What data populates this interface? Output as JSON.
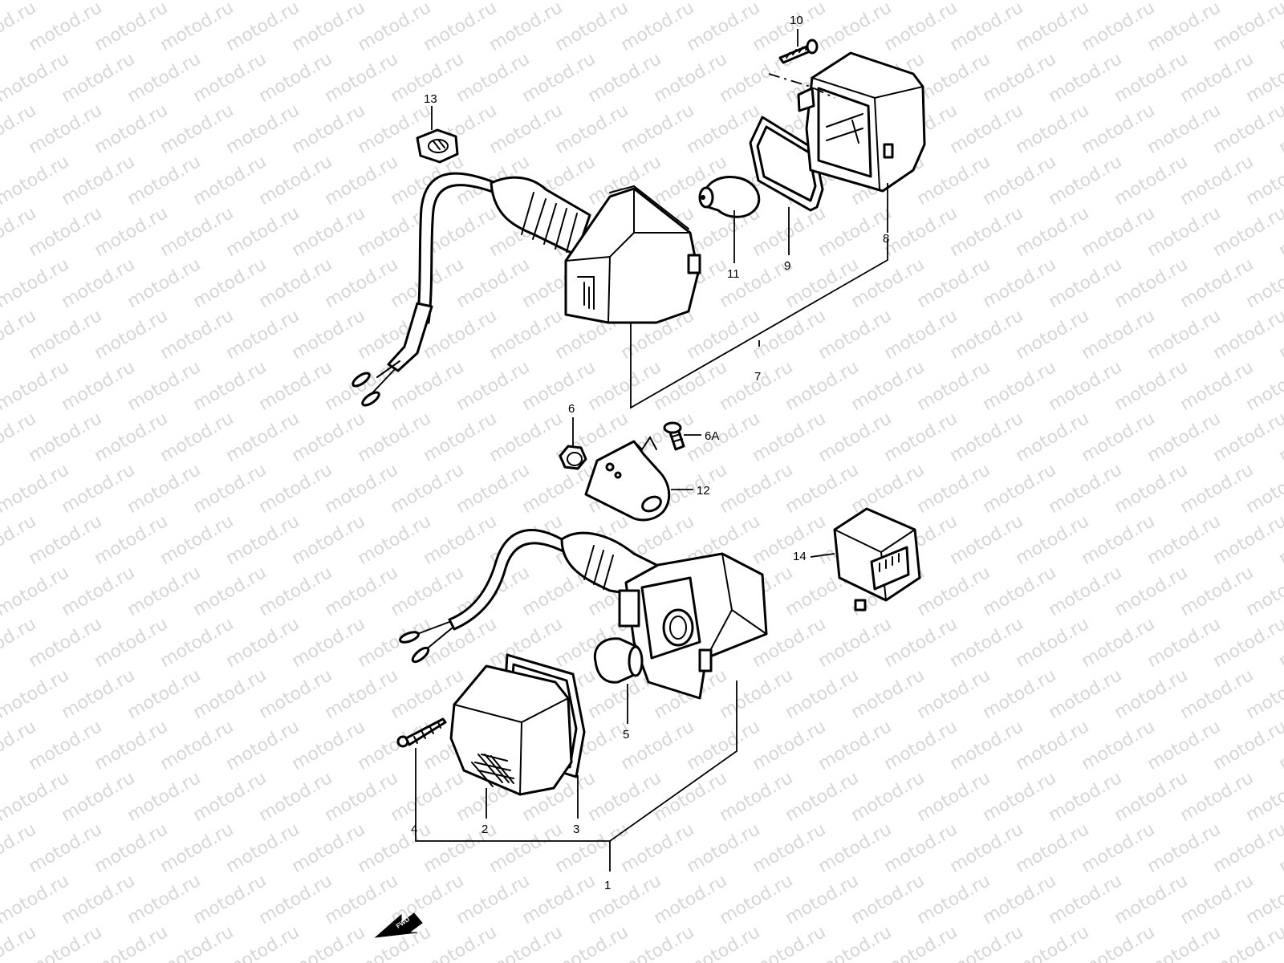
{
  "watermark": {
    "text": "motod.ru",
    "color": "#d6d6d6"
  },
  "callouts": [
    {
      "id": "1",
      "label": "1"
    },
    {
      "id": "2",
      "label": "2"
    },
    {
      "id": "3",
      "label": "3"
    },
    {
      "id": "4",
      "label": "4"
    },
    {
      "id": "5",
      "label": "5"
    },
    {
      "id": "6",
      "label": "6"
    },
    {
      "id": "6A",
      "label": "6A"
    },
    {
      "id": "7",
      "label": "7"
    },
    {
      "id": "8",
      "label": "8"
    },
    {
      "id": "9",
      "label": "9"
    },
    {
      "id": "10",
      "label": "10"
    },
    {
      "id": "11",
      "label": "11"
    },
    {
      "id": "12",
      "label": "12"
    },
    {
      "id": "13",
      "label": "13"
    },
    {
      "id": "14",
      "label": "14"
    }
  ],
  "fwd_badge": {
    "text": "FWD",
    "icon": "fwd-arrow-icon"
  }
}
